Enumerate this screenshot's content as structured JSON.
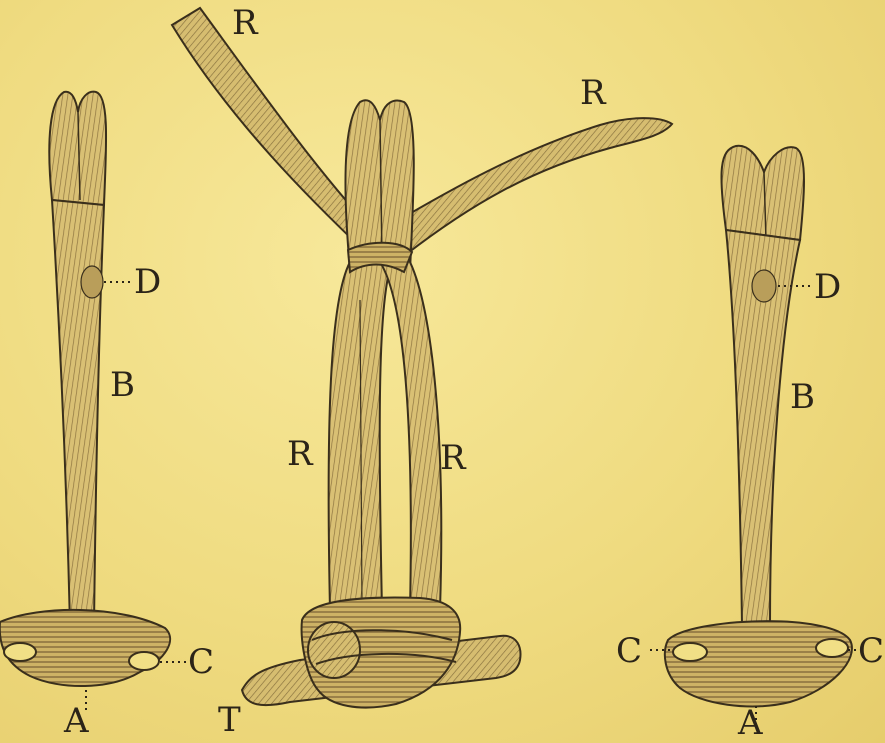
{
  "figure": {
    "paper_color": "#f1df86",
    "ink_color": "#2b2418",
    "shade_color": "#b49a57",
    "labels": {
      "left_D": "D",
      "left_B": "B",
      "left_C": "C",
      "left_A": "A",
      "middle_R_top_left": "R",
      "middle_R_top_right": "R",
      "middle_R_lower_left": "R",
      "middle_R_lower_right": "R",
      "middle_T": "T",
      "right_D": "D",
      "right_B": "B",
      "right_C_left": "C",
      "right_C_right": "C",
      "right_A": "A"
    }
  }
}
